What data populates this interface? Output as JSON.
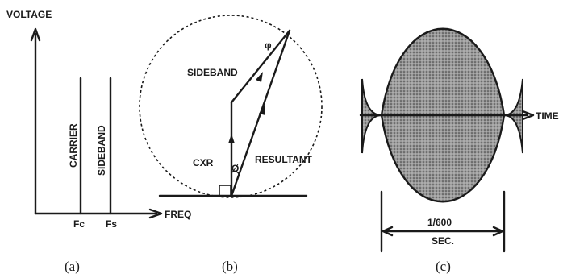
{
  "panel_a": {
    "y_axis_label": "VOLTAGE",
    "x_axis_label": "FREQ",
    "line_labels": [
      "CARRIER",
      "SIDEBAND"
    ],
    "tick_labels": [
      "Fc",
      "Fs"
    ],
    "caption": "(a)"
  },
  "panel_b": {
    "sideband_label": "SIDEBAND",
    "carrier_label": "CXR",
    "resultant_label": "RESULTANT",
    "angle_label": "Ø",
    "small_angle_label": "φ",
    "caption": "(b)"
  },
  "panel_c": {
    "axis_label": "TIME",
    "period_value": "1/600",
    "period_unit": "SEC.",
    "caption": "(c)"
  }
}
